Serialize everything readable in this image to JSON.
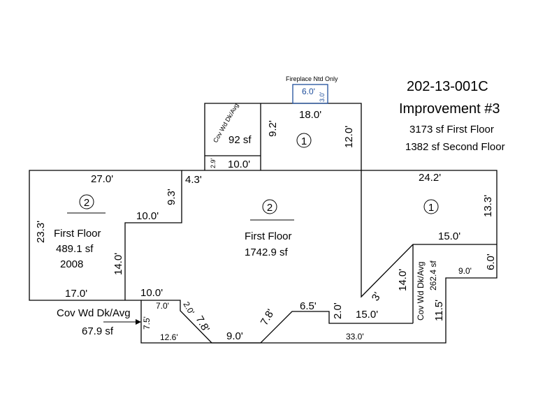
{
  "header": {
    "parcel_id": "202-13-001C",
    "improvement": "Improvement #3",
    "first_floor_area": "3173 sf First Floor",
    "second_floor_area": "1382 sf Second Floor"
  },
  "fireplace": {
    "label": "Fireplace Ntd Only",
    "width": "6.0'",
    "depth": "3.0'"
  },
  "areas": {
    "left_first_floor": {
      "story_mark": "2",
      "name": "First Floor",
      "area": "489.1 sf",
      "year": "2008"
    },
    "center_first_floor": {
      "story_mark": "2",
      "name": "First Floor",
      "area": "1742.9 sf"
    },
    "top_marker": "1",
    "right_marker": "1",
    "cov_deck_top": {
      "name": "Cov Wd Dk/Avg",
      "area": "92 sf"
    },
    "cov_deck_bottom": {
      "name": "Cov Wd Dk/Avg",
      "area": "67.9 sf"
    },
    "cov_deck_right": {
      "name": "Cov Wd Dk/Avg",
      "area": "262.4 sf"
    }
  },
  "dimensions": {
    "d_27_0": "27.0'",
    "d_23_3": "23.3'",
    "d_9_3": "9.3'",
    "d_10_0_left": "10.0'",
    "d_14_0_left": "14.0'",
    "d_17_0": "17.0'",
    "d_4_3": "4.3'",
    "d_2_9": "2.9'",
    "d_10_0_top": "10.0'",
    "d_9_2": "9.2'",
    "d_18_0": "18.0'",
    "d_12_0": "12.0'",
    "d_24_2": "24.2'",
    "d_13_3": "13.3'",
    "d_15_0_right": "15.0'",
    "d_6_0": "6.0'",
    "d_9_0_right": "9.0'",
    "d_11_5": "11.5'",
    "d_14_0_right": "14.0'",
    "d_3": "3'",
    "d_15_0_bottom": "15.0'",
    "d_2_0_right": "2.0'",
    "d_6_5": "6.5'",
    "d_7_8_right": "7.8'",
    "d_9_0_bottom": "9.0'",
    "d_33_0": "33.0'",
    "d_10_0_bottom": "10.0'",
    "d_7_0": "7.0'",
    "d_2_0_left": "2.0'",
    "d_7_8_left": "7.8'",
    "d_7_5": "7.5'",
    "d_12_6": "12.6'"
  },
  "colors": {
    "line": "#000000",
    "fireplace": "#1f4e9c",
    "background": "#ffffff"
  }
}
